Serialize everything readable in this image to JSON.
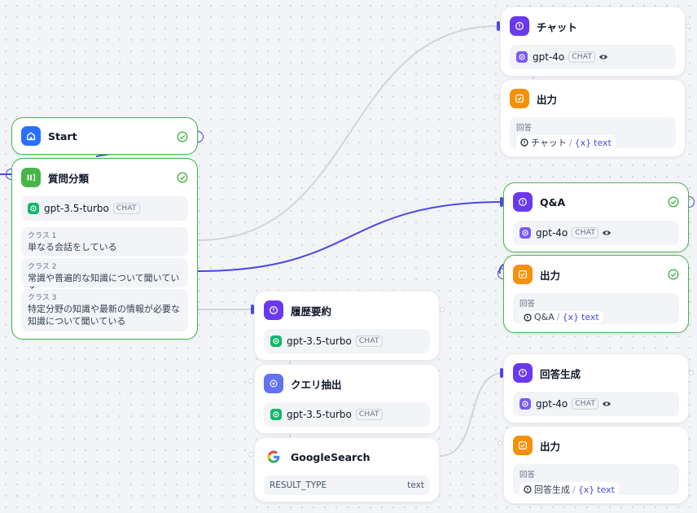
{
  "colors": {
    "edge_active": "#4e46e5",
    "edge_inactive": "#d0d5dd",
    "selected_border": "#47b54a",
    "start_icon": "#2970ff",
    "classifier_icon": "#47b54a",
    "llm_icon": "#6938ef",
    "output_icon": "#f79009",
    "query_icon": "#6172f3",
    "gpt35_icon": "#12b76a",
    "gpt4o_icon": "#7a5af8",
    "variable": "#444ce7"
  },
  "nodes": {
    "start": {
      "title": "Start",
      "icon": "home-icon"
    },
    "classifier": {
      "title": "質問分類",
      "icon": "classifier-icon",
      "model": {
        "name": "gpt-3.5-turbo",
        "badge": "CHAT"
      },
      "classes": [
        {
          "label": "クラス 1",
          "text": "単なる会話をしている"
        },
        {
          "label": "クラス 2",
          "text": "常識や普遍的な知識について聞いている"
        },
        {
          "label": "クラス 3",
          "text": "特定分野の知識や最新の情報が必要な知識について聞いている"
        }
      ]
    },
    "chat": {
      "title": "チャット",
      "icon": "llm-icon",
      "model": {
        "name": "gpt-4o",
        "badge": "CHAT"
      }
    },
    "out1": {
      "title": "出力",
      "icon": "output-icon",
      "var_label": "回答",
      "var_node": "チャット",
      "var_name": "text"
    },
    "qa": {
      "title": "Q&A",
      "icon": "llm-icon",
      "model": {
        "name": "gpt-4o",
        "badge": "CHAT"
      }
    },
    "out2": {
      "title": "出力",
      "icon": "output-icon",
      "var_label": "回答",
      "var_node": "Q&A",
      "var_name": "text"
    },
    "summary": {
      "title": "履歴要約",
      "icon": "llm-icon",
      "model": {
        "name": "gpt-3.5-turbo",
        "badge": "CHAT"
      }
    },
    "query": {
      "title": "クエリ抽出",
      "icon": "query-icon",
      "model": {
        "name": "gpt-3.5-turbo",
        "badge": "CHAT"
      }
    },
    "google": {
      "title": "GoogleSearch",
      "icon": "google-icon",
      "key": "RESULT_TYPE",
      "value": "text"
    },
    "answer": {
      "title": "回答生成",
      "icon": "llm-icon",
      "model": {
        "name": "gpt-4o",
        "badge": "CHAT"
      }
    },
    "out3": {
      "title": "出力",
      "icon": "output-icon",
      "var_label": "回答",
      "var_node": "回答生成",
      "var_name": "text"
    }
  },
  "var_prefix": "{x}"
}
